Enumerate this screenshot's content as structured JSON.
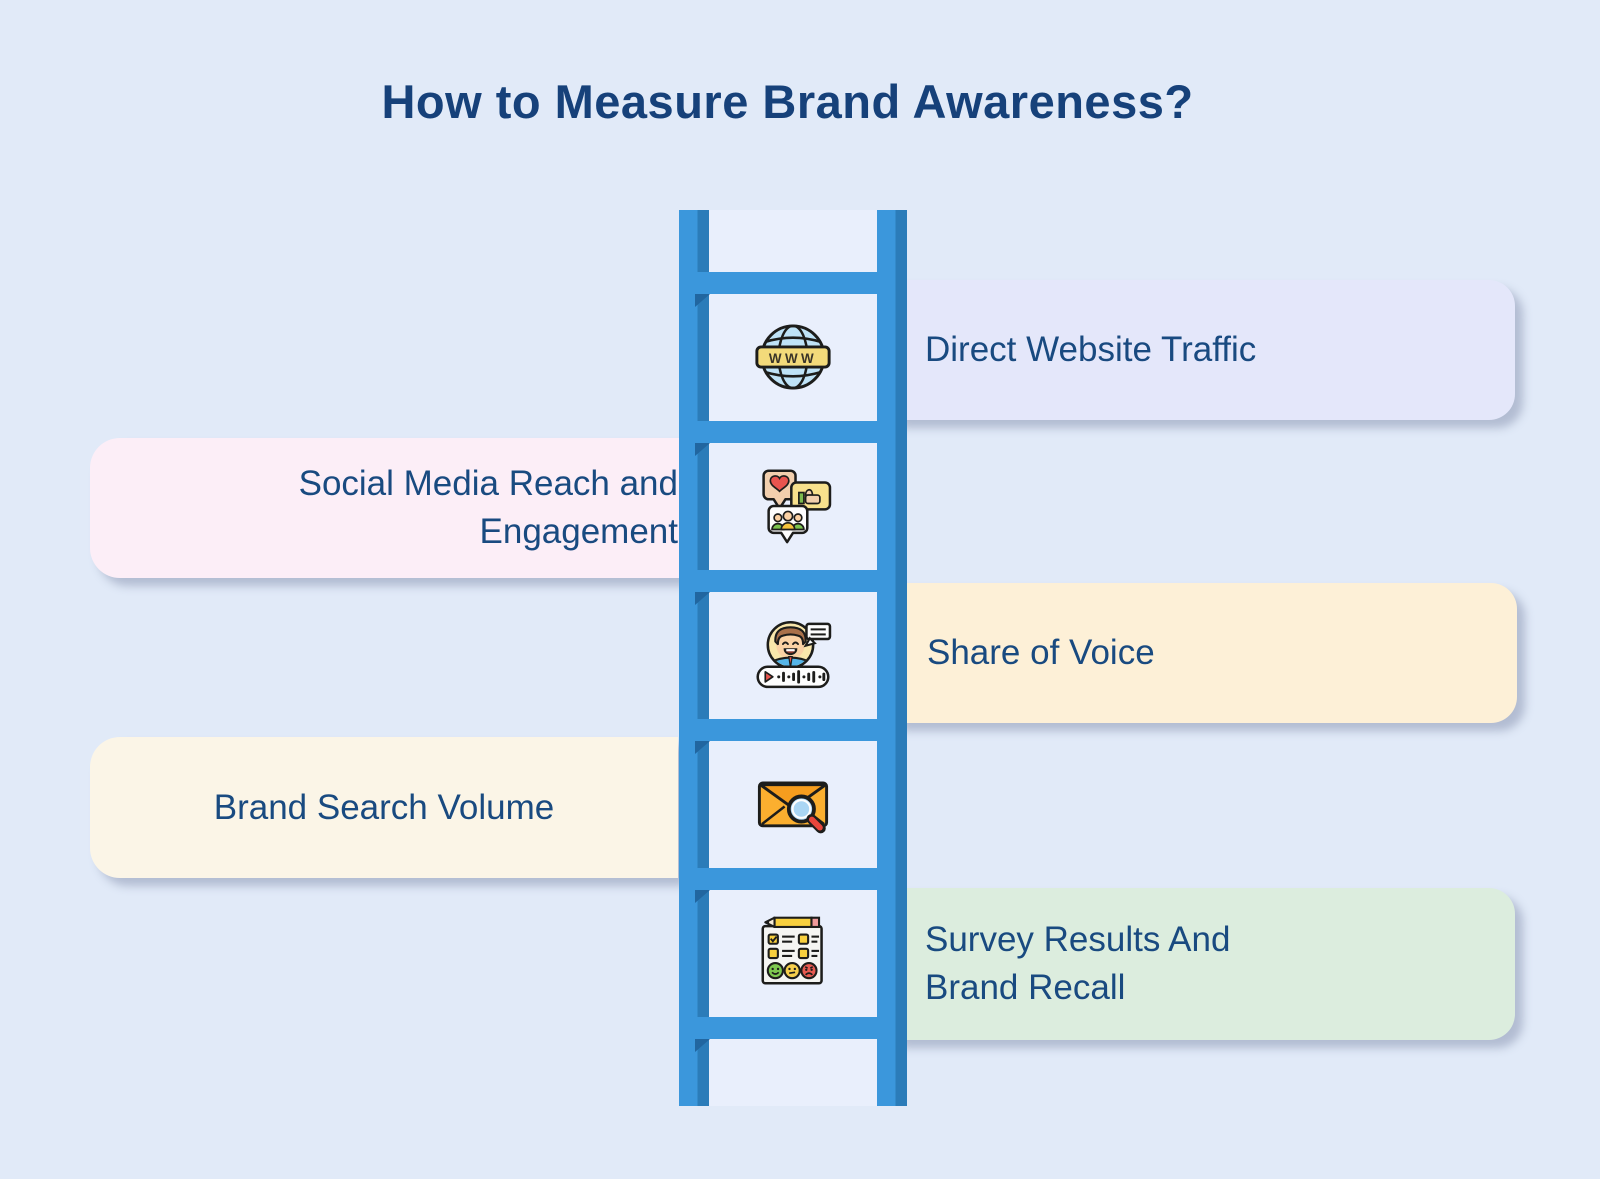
{
  "title": "How to Measure Brand Awareness?",
  "cards": [
    {
      "label": "Direct Website Traffic",
      "side": "right",
      "bg": "#e4e7fa"
    },
    {
      "label": "Social Media Reach and Engagement",
      "side": "left",
      "bg": "#fceef7"
    },
    {
      "label": "Share of Voice",
      "side": "right",
      "bg": "#fdf0d7"
    },
    {
      "label": "Brand Search Volume",
      "side": "left",
      "bg": "#fbf5e7"
    },
    {
      "label": "Survey Results And Brand Recall",
      "side": "right",
      "bg": "#dcedde"
    }
  ],
  "ladder": {
    "rung_count": 6,
    "rail_color": "#3b97dc",
    "rail_shade_color": "#2b7cb9",
    "panel_color": "#e9effc",
    "icons": [
      {
        "name": "www-globe-icon",
        "text": "WWW"
      },
      {
        "name": "social-engagement-icon"
      },
      {
        "name": "share-of-voice-icon"
      },
      {
        "name": "brand-search-icon"
      },
      {
        "name": "survey-results-icon"
      }
    ]
  },
  "colors": {
    "background": "#e1eaf8",
    "title_text": "#16417a",
    "card_text": "#194a80"
  }
}
